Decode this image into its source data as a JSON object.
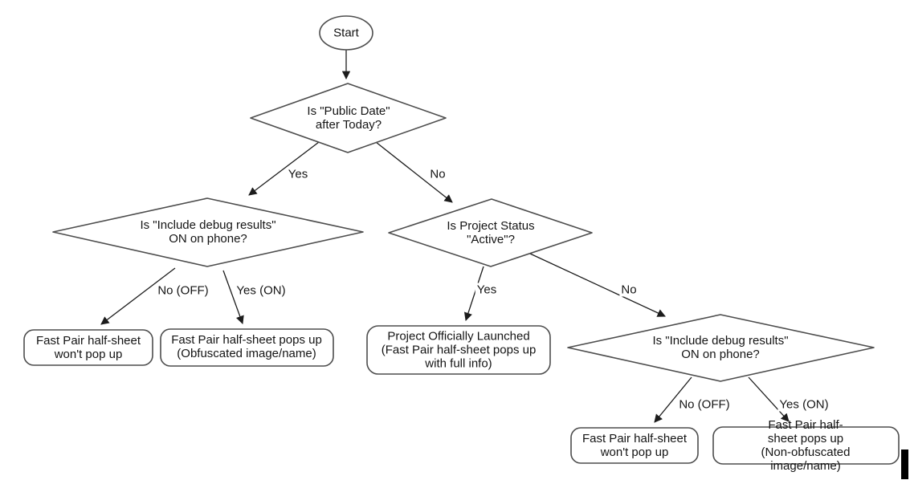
{
  "colors": {
    "background": "#ffffff",
    "shape_stroke": "#4d4d4d",
    "arrow": "#1c1c1c",
    "text": "#141414"
  },
  "nodes": {
    "start": {
      "label": "Start",
      "type": "terminator"
    },
    "decision_public_date": {
      "label": "Is \"Public Date\"\nafter Today?",
      "type": "decision"
    },
    "decision_debug_left": {
      "label": "Is \"Include debug results\"\nON on phone?",
      "type": "decision"
    },
    "decision_project_status": {
      "label": "Is Project Status\n\"Active\"?",
      "type": "decision"
    },
    "decision_debug_right": {
      "label": "Is \"Include debug results\"\nON on phone?",
      "type": "decision"
    },
    "result_no_popup_left": {
      "label": "Fast Pair half-sheet\nwon't pop up",
      "type": "result"
    },
    "result_obfuscated": {
      "label": "Fast Pair half-sheet pops up\n(Obfuscated image/name)",
      "type": "result"
    },
    "result_launched": {
      "label": "Project Officially Launched\n(Fast Pair half-sheet pops up\nwith full info)",
      "type": "result"
    },
    "result_no_popup_right": {
      "label": "Fast Pair half-sheet\nwon't pop up",
      "type": "result"
    },
    "result_non_obfuscated": {
      "label": "Fast Pair half-sheet pops up\n(Non-obfuscated image/name)",
      "type": "result"
    }
  },
  "edge_labels": {
    "public_date_yes": "Yes",
    "public_date_no": "No",
    "debug_left_no": "No (OFF)",
    "debug_left_yes": "Yes (ON)",
    "status_yes": "Yes",
    "status_no": "No",
    "debug_right_no": "No (OFF)",
    "debug_right_yes": "Yes (ON)"
  }
}
